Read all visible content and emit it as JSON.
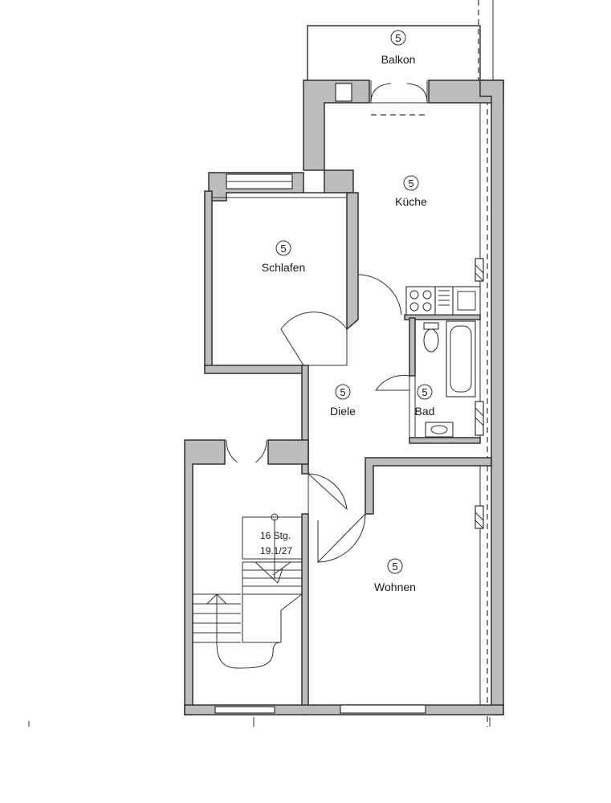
{
  "rooms": {
    "balkon": {
      "badge": "5",
      "label": "Balkon"
    },
    "kueche": {
      "badge": "5",
      "label": "Küche"
    },
    "schlafen": {
      "badge": "5",
      "label": "Schlafen"
    },
    "diele": {
      "badge": "5",
      "label": "Diele"
    },
    "bad": {
      "badge": "5",
      "label": "Bad"
    },
    "wohnen": {
      "badge": "5",
      "label": "Wohnen"
    }
  },
  "staircase": {
    "steps": "16 Stg.",
    "ratio": "19.1/27"
  }
}
